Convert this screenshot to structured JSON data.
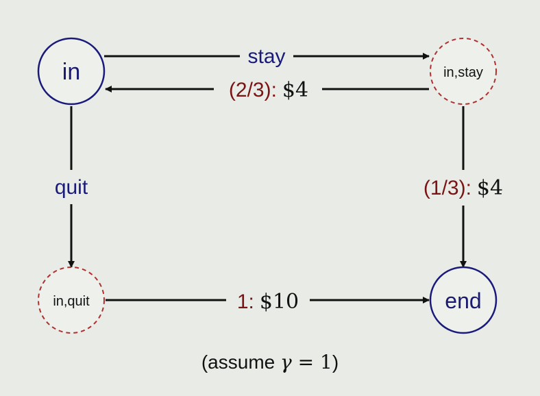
{
  "nodes": {
    "in": "in",
    "in_stay": "in,stay",
    "in_quit": "in,quit",
    "end": "end"
  },
  "edges": {
    "stay": {
      "action": "stay"
    },
    "stay_return": {
      "prob": "(2/3)",
      "sep": ":",
      "reward": "$4"
    },
    "stay_end": {
      "prob": "(1/3)",
      "sep": ":",
      "reward": "$4"
    },
    "quit": {
      "action": "quit"
    },
    "quit_end": {
      "prob": "1",
      "sep": ":",
      "reward": "$10"
    }
  },
  "footnote": {
    "open": "(assume ",
    "gamma": "γ",
    "eq": " = 1",
    "close": ")"
  },
  "colors": {
    "chance_node_border": "#b03030",
    "state_node_border": "#1a1a7a",
    "arrow": "#111111"
  }
}
